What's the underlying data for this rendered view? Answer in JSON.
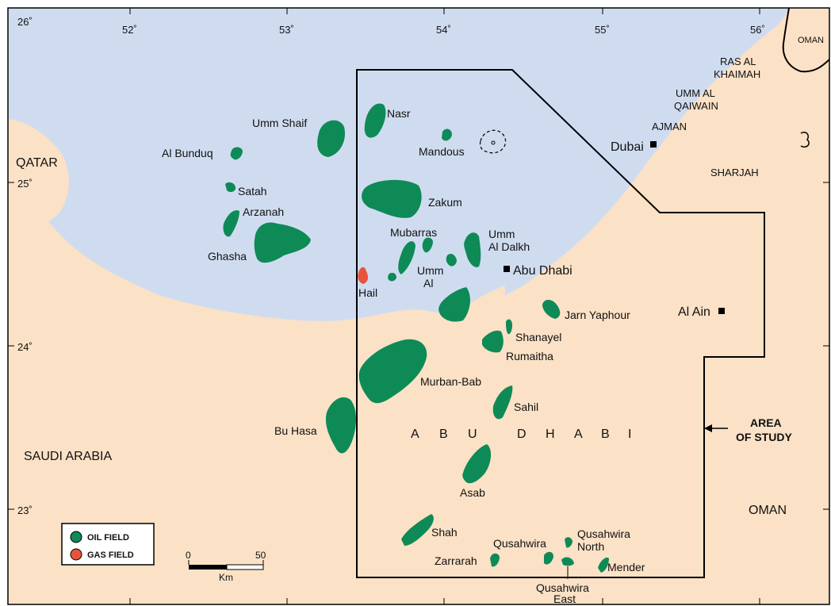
{
  "colors": {
    "sea": "#cfdcf0",
    "land": "#fbe1c6",
    "oil": "#0e8a57",
    "gas": "#e6553b",
    "line": "#000000"
  },
  "countries": {
    "qatar": "QATAR",
    "saudi": "SAUDI ARABIA",
    "oman_s": "OMAN",
    "oman_n": "OMAN"
  },
  "emirates": {
    "ras1": "RAS AL",
    "ras2": "KHAIMAH",
    "umm1": "UMM AL",
    "umm2": "QAIWAIN",
    "ajman": "AJMAN",
    "sharjah": "SHARJAH"
  },
  "cities": {
    "dubai": "Dubai",
    "abudhabi": "Abu Dhabi",
    "alain": "Al Ain"
  },
  "region_label": [
    "A",
    "B",
    "U",
    "D",
    "H",
    "A",
    "B",
    "I"
  ],
  "study_area": {
    "line1": "AREA",
    "line2": "OF STUDY"
  },
  "fields": {
    "nasr": "Nasr",
    "umm_shaif": "Umm Shaif",
    "al_bunduq": "Al Bunduq",
    "satah": "Satah",
    "arzanah": "Arzanah",
    "ghasha": "Ghasha",
    "mandous": "Mandous",
    "zakum": "Zakum",
    "mubarras": "Mubarras",
    "umm_al_dalkh_1": "Umm",
    "umm_al_dalkh_2": "Al Dalkh",
    "umm_al_1": "Umm",
    "umm_al_2": "Al",
    "hail": "Hail",
    "jarn_yaphour": "Jarn Yaphour",
    "shanayel": "Shanayel",
    "rumaitha": "Rumaitha",
    "murban_bab": "Murban-Bab",
    "sahil": "Sahil",
    "bu_hasa": "Bu Hasa",
    "asab": "Asab",
    "shah": "Shah",
    "zarrarah": "Zarrarah",
    "qusahwira": "Qusahwira",
    "qusahwira_north_1": "Qusahwira",
    "qusahwira_north_2": "North",
    "qusahwira_east_1": "Qusahwira",
    "qusahwira_east_2": "East",
    "mender": "Mender"
  },
  "ticks": {
    "lon": [
      "52˚",
      "53˚",
      "54˚",
      "55˚",
      "56˚"
    ],
    "lat": [
      "26˚",
      "25˚",
      "24˚",
      "23˚"
    ]
  },
  "legend": {
    "oil": "OIL FIELD",
    "gas": "GAS FIELD"
  },
  "scale": {
    "zero": "0",
    "fifty": "50",
    "unit": "Km"
  }
}
